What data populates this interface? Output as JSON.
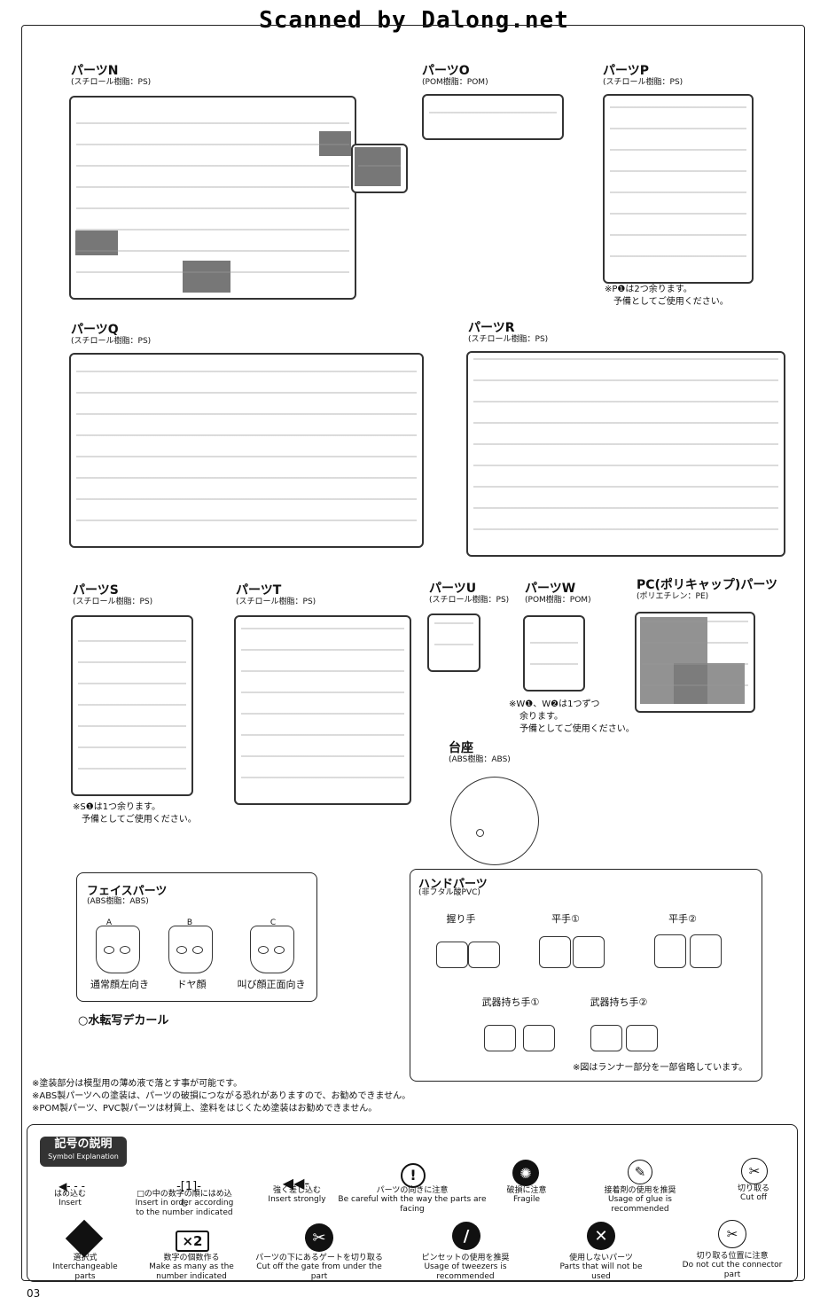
{
  "watermark": "Scanned by Dalong.net",
  "parts": {
    "N": {
      "label": "パーツN",
      "mat": "(スチロール樹脂：PS)"
    },
    "O": {
      "label": "パーツO",
      "mat": "(POM樹脂：POM)"
    },
    "P": {
      "label": "パーツP",
      "mat": "(スチロール樹脂：PS)",
      "note1": "※P❶は2つ余ります。",
      "note2": "予備としてご使用ください。"
    },
    "Q": {
      "label": "パーツQ",
      "mat": "(スチロール樹脂：PS)"
    },
    "R": {
      "label": "パーツR",
      "mat": "(スチロール樹脂：PS)"
    },
    "S": {
      "label": "パーツS",
      "mat": "(スチロール樹脂：PS)",
      "note1": "※S❶は1つ余ります。",
      "note2": "予備としてご使用ください。"
    },
    "T": {
      "label": "パーツT",
      "mat": "(スチロール樹脂：PS)"
    },
    "U": {
      "label": "パーツU",
      "mat": "(スチロール樹脂：PS)"
    },
    "W": {
      "label": "パーツW",
      "mat": "(POM樹脂：POM)",
      "note1": "※W❶、W❷は1つずつ",
      "note2": "余ります。",
      "note3": "予備としてご使用ください。"
    },
    "PC": {
      "label": "PC(ポリキャップ)パーツ",
      "mat": "(ポリエチレン：PE)"
    },
    "base": {
      "label": "台座",
      "mat": "(ABS樹脂：ABS)"
    }
  },
  "face": {
    "title": "フェイスパーツ",
    "mat": "(ABS樹脂：ABS)",
    "items": [
      {
        "tag": "A",
        "name": "通常顔左向き"
      },
      {
        "tag": "B",
        "name": "ドヤ顔"
      },
      {
        "tag": "C",
        "name": "叫び顔正面向き"
      }
    ]
  },
  "decal": "○水転写デカール",
  "hand": {
    "title": "ハンドパーツ",
    "mat": "(非フタル酸PVC)",
    "items": [
      "握り手",
      "平手①",
      "平手②",
      "武器持ち手①",
      "武器持ち手②"
    ],
    "note": "※図はランナー部分を一部省略しています。"
  },
  "notes": [
    "※塗装部分は模型用の薄め液で落とす事が可能です。",
    "※ABS製パーツへの塗装は、パーツの破損につながる恐れがありますので、お勧めできません。",
    "※POM製パーツ、PVC製パーツは材質上、塗料をはじくため塗装はお勧めできません。"
  ],
  "symbols": {
    "title": "記号の説明",
    "subtitle": "Symbol Explanation",
    "row1": [
      {
        "jp": "はめ込む",
        "en": "Insert",
        "glyph": "◀- - -"
      },
      {
        "jp": "□の中の数字の順にはめ込む",
        "en": "Insert in order according to the number indicated",
        "glyph": "-[1]-"
      },
      {
        "jp": "強く差し込む",
        "en": "Insert strongly",
        "glyph": "◀◀-"
      },
      {
        "jp": "パーツの向きに注意",
        "en": "Be careful with the way the parts are facing",
        "glyph": "!"
      },
      {
        "jp": "破損に注意",
        "en": "Fragile",
        "glyph": "✺"
      },
      {
        "jp": "接着剤の使用を推奨",
        "en": "Usage of glue is recommended",
        "glyph": "✎"
      },
      {
        "jp": "切り取る",
        "en": "Cut off",
        "glyph": "✂"
      }
    ],
    "row2": [
      {
        "jp": "選択式",
        "en": "Interchangeable parts",
        "glyph": "◇"
      },
      {
        "jp": "数字の個数作る",
        "en": "Make as many as the number indicated",
        "glyph": "×2"
      },
      {
        "jp": "パーツの下にあるゲートを切り取る",
        "en": "Cut off the gate from under the part",
        "glyph": "✂"
      },
      {
        "jp": "ピンセットの使用を推奨",
        "en": "Usage of tweezers is recommended",
        "glyph": "/"
      },
      {
        "jp": "使用しないパーツ",
        "en": "Parts that will not be used",
        "glyph": "✕"
      },
      {
        "jp": "切り取る位置に注意",
        "en": "Do not cut the connector part",
        "glyph": "✂"
      }
    ]
  },
  "page_number": "03"
}
